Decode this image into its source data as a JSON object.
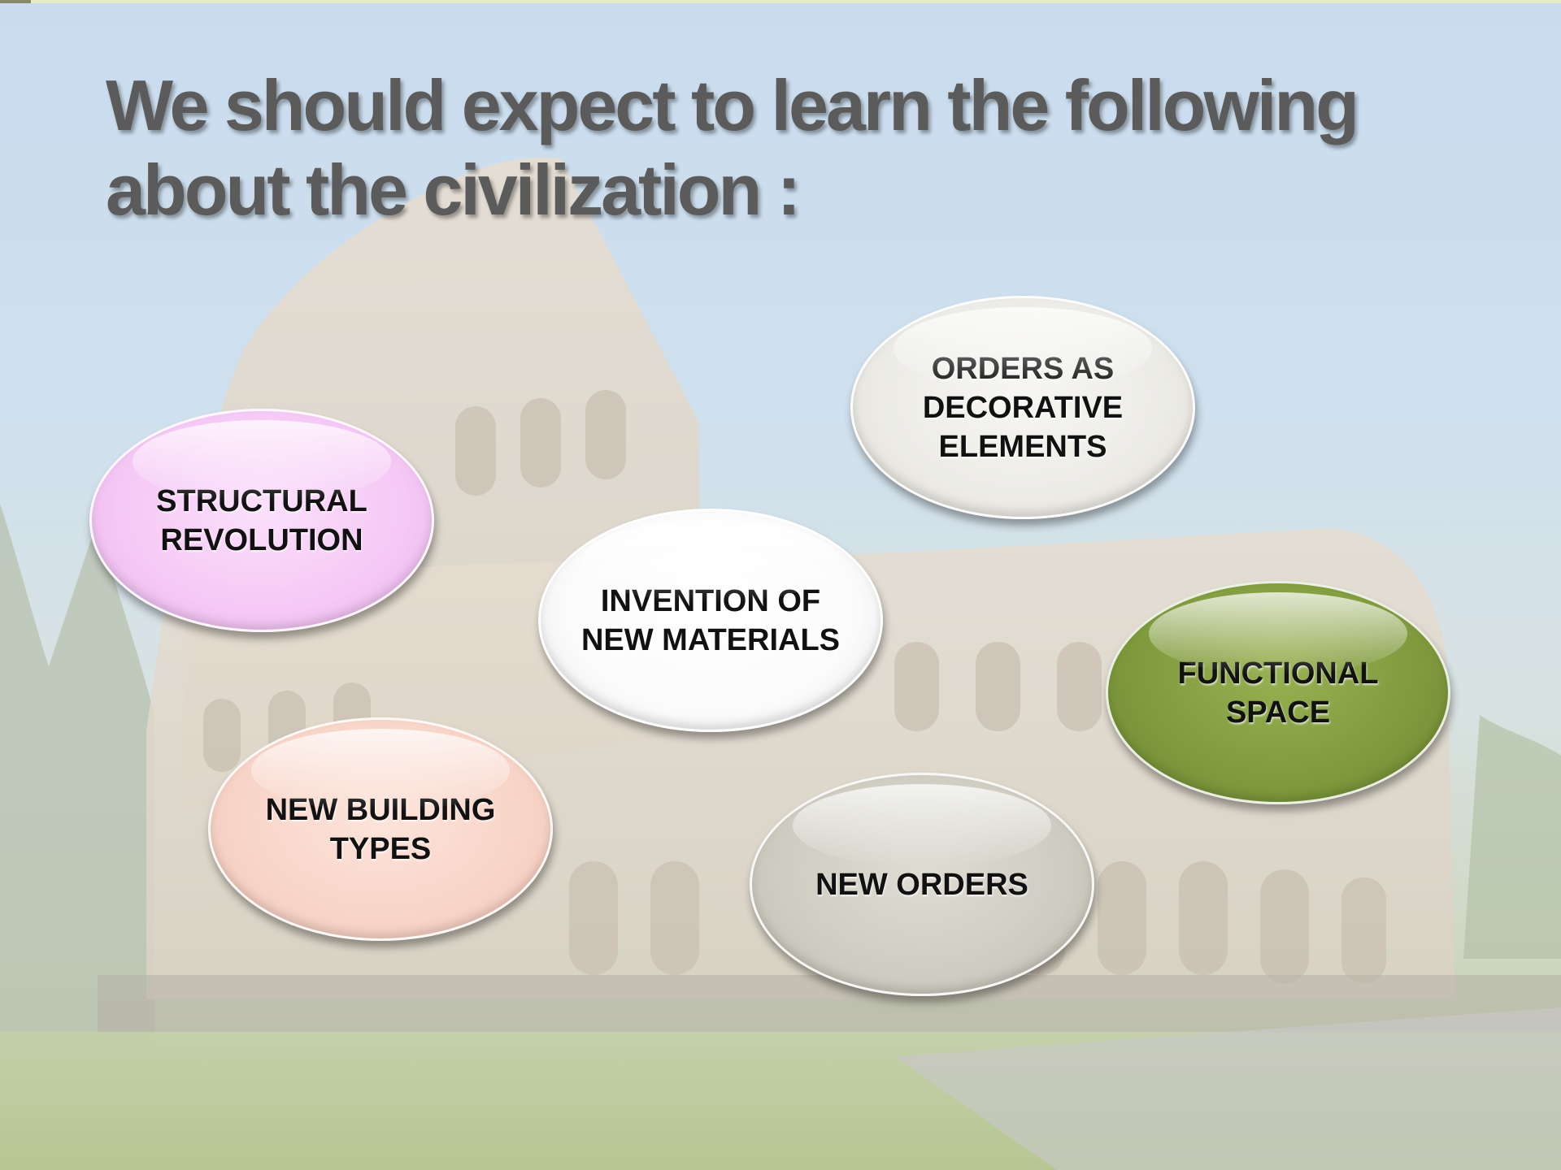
{
  "slide": {
    "title": "We should expect to learn the following about the civilization :"
  },
  "bubbles": {
    "structural": {
      "label": "STRUCTURAL\nREVOLUTION",
      "color": "#f5c8f5"
    },
    "orders_decorative": {
      "label": "ORDERS AS\nDECORATIVE\nELEMENTS",
      "color": "#ecebe6"
    },
    "invention": {
      "label": "INVENTION OF\nNEW MATERIALS",
      "color": "#ffffff"
    },
    "functional": {
      "label": "FUNCTIONAL\nSPACE",
      "color": "#7f9a3d"
    },
    "new_building": {
      "label": "NEW BUILDING\nTYPES",
      "color": "#f8d4c8"
    },
    "new_orders": {
      "label": "NEW ORDERS",
      "color": "#cfcdc2"
    }
  }
}
